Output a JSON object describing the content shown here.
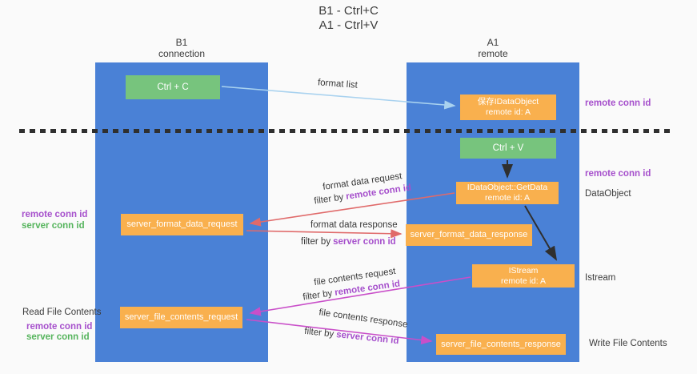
{
  "title": {
    "line1": "B1 - Ctrl+C",
    "line2": "A1 - Ctrl+V"
  },
  "columns": {
    "left": {
      "name": "B1",
      "role": "connection"
    },
    "right": {
      "name": "A1",
      "role": "remote"
    }
  },
  "nodes": {
    "ctrl_c": {
      "label": "Ctrl + C"
    },
    "ctrl_v": {
      "label": "Ctrl + V"
    },
    "save_dataobject": {
      "line1": "保存IDataObject",
      "line2": "remote id: A"
    },
    "getdata": {
      "line1": "IDataObject::GetData",
      "line2": "remote id: A"
    },
    "istream": {
      "line1": "IStream",
      "line2": "remote id: A"
    },
    "format_request": {
      "label": "server_format_data_request"
    },
    "format_response": {
      "label": "server_format_data_response"
    },
    "file_request": {
      "label": "server_file_contents_request"
    },
    "file_response": {
      "label": "server_file_contents_response"
    }
  },
  "flow_labels": {
    "format_list": "format list",
    "format_data_request": "format data request",
    "format_data_request_filter": {
      "prefix": "filter by",
      "key": "remote conn id"
    },
    "format_data_response": "format data response",
    "format_data_response_filter": {
      "prefix": "filter by",
      "key": "server conn id"
    },
    "file_contents_request": "file contents request",
    "file_contents_request_filter": {
      "prefix": "filter by",
      "key": "remote conn id"
    },
    "file_contents_response": "file contents response",
    "file_contents_response_filter": {
      "prefix": "filter by",
      "key": "server conn id"
    }
  },
  "side_labels": {
    "right_top_remote_conn_id": "remote conn id",
    "right_mid_remote_conn_id": "remote conn id",
    "right_dataobject": "DataObject",
    "right_istream": "Istream",
    "right_write_file_contents": "Write File Contents",
    "left_mid_remote_conn_id": "remote conn id",
    "left_mid_server_conn_id": "server conn id",
    "left_read_file_contents": "Read File Contents",
    "left_bottom_remote_conn_id": "remote conn id",
    "left_bottom_server_conn_id": "server conn id"
  },
  "colors": {
    "background": "#fafafa",
    "column_blue": "#4a81d6",
    "node_green": "#77c47d",
    "node_orange": "#f9b04e",
    "arrow_red": "#e06a6a",
    "arrow_magenta": "#c94fc9",
    "arrow_lightblue": "#a9d2ef",
    "arrow_black": "#2f2f2f",
    "text_purple": "#a650cc",
    "text_green": "#55b45c"
  }
}
